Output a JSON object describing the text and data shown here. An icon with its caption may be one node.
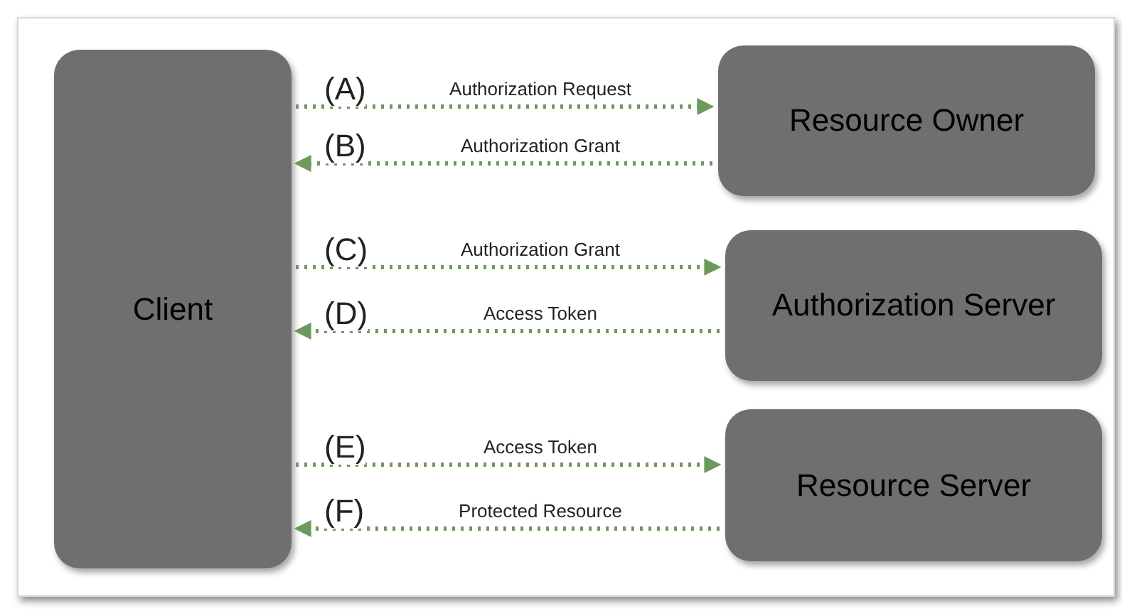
{
  "diagram": {
    "nodes": [
      {
        "text": [
          "Client"
        ]
      },
      {
        "text": [
          "Resource Owner"
        ]
      },
      {
        "text": [
          "Authorization Server"
        ]
      },
      {
        "text": [
          "Resource Server"
        ]
      }
    ],
    "edges": [
      {
        "from": 0,
        "to": 1,
        "arrow": "to",
        "label": "Authorization Request"
      },
      {
        "from": 1,
        "to": 0,
        "arrow": "to",
        "label": "Authorization Grant"
      },
      {
        "from": 0,
        "to": 2,
        "arrow": "to",
        "label": "Authorization Grant"
      },
      {
        "from": 2,
        "to": 0,
        "arrow": "to",
        "label": "Access Token"
      },
      {
        "from": 0,
        "to": 3,
        "arrow": "to",
        "label": "Access Token"
      },
      {
        "from": 3,
        "to": 0,
        "arrow": "to",
        "label": "Protected Resource"
      }
    ],
    "labels": [
      "(A)",
      "(B)",
      "(C)",
      "(D)",
      "(E)",
      "(F)"
    ]
  }
}
